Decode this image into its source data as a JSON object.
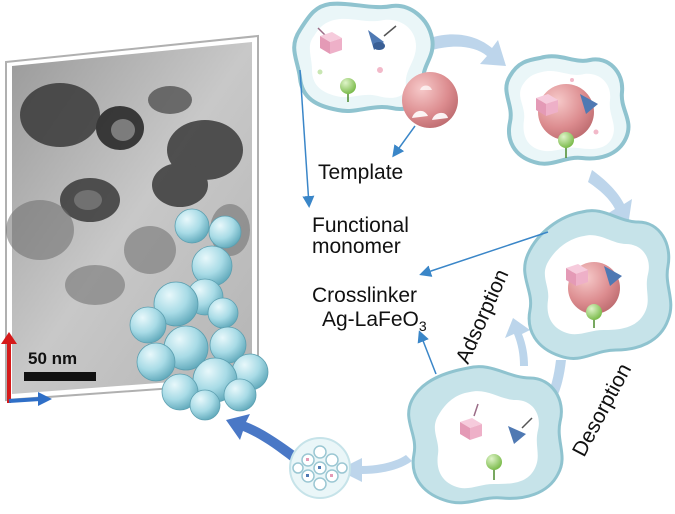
{
  "labels": {
    "template": "Template",
    "functional_line1": "Functional",
    "functional_line2": "monomer",
    "crosslinker": "Crosslinker",
    "ag_prefix": "Ag-LaFeO",
    "ag_subscript": "3",
    "adsorption": "Adsorption",
    "desorption": "Desorption",
    "scale_bar": "50 nm"
  },
  "colors": {
    "cycle_arrow": "#b9d3ea",
    "pointer_line": "#3a86c8",
    "polymer_shell": "#c6e3e9",
    "polymer_edge": "#8fc3cf",
    "template_sphere": "#d98a8e",
    "monomer_sphere": "#8ecf5a",
    "crosslinker_cube": "#eeaec6",
    "crosslinker_cone": "#4f79b3",
    "nanoparticle": "#9ed7e2",
    "axis_x": "#2f6fc7",
    "axis_y": "#d51a1a"
  },
  "icons": [
    "template-sphere",
    "functional-monomer",
    "crosslinker-cube",
    "crosslinker-cone",
    "nanoparticle-cluster",
    "honeycomb-polymer"
  ]
}
